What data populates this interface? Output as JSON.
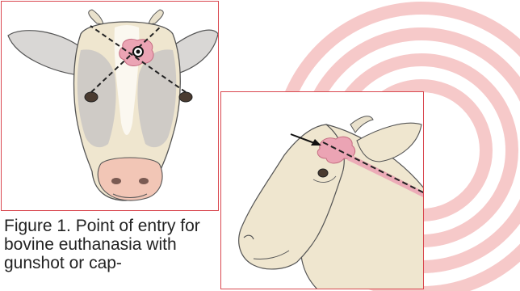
{
  "caption": {
    "text": "Figure 1. Point of entry for bovine euthanasia with gunshot or cap-"
  },
  "colors": {
    "frame": "#d9474f",
    "rings": "#f6c9c9",
    "hide": "#efe6cf",
    "white_patch": "#fbf8f0",
    "muzzle": "#f2c6b6",
    "brain": "#eba4b4",
    "line": "#222222"
  },
  "icons": {
    "entry_marker": "target-dot",
    "pointer": "arrow"
  }
}
